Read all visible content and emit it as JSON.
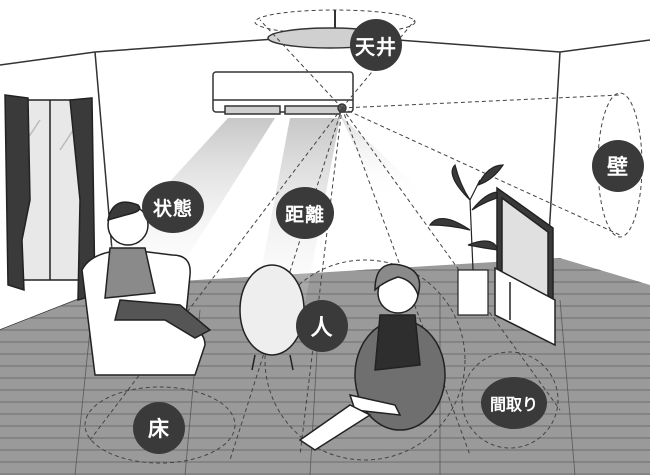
{
  "labels": {
    "ceiling": "天井",
    "wall": "壁",
    "state": "状態",
    "distance": "距離",
    "person": "人",
    "floor": "床",
    "layout": "間取り"
  },
  "colors": {
    "label_bg": "#3a3a3a",
    "label_text": "#ffffff",
    "line": "#333333",
    "cone_gray": "#cccccc"
  }
}
